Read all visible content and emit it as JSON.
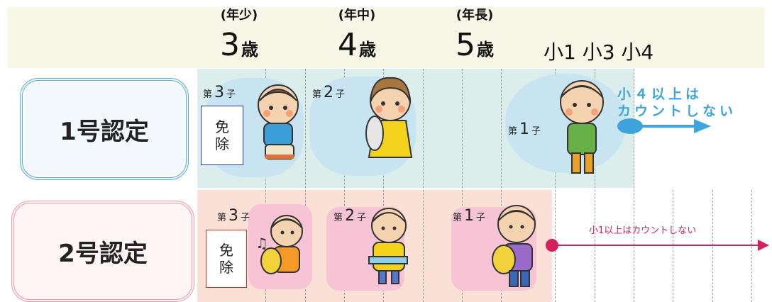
{
  "age_columns": [
    {
      "grade": "(年少)",
      "number": "3",
      "unit": "歳"
    },
    {
      "grade": "(年中)",
      "number": "4",
      "unit": "歳"
    },
    {
      "grade": "(年長)",
      "number": "5",
      "unit": "歳"
    }
  ],
  "school_header": "小1 小3 小4",
  "certificates": [
    {
      "label": "1号認定"
    },
    {
      "label": "2号認定"
    }
  ],
  "exempt_text": [
    "免",
    "除"
  ],
  "child_labels": {
    "prefix": "第",
    "suffix": "子",
    "row1": [
      "3",
      "2",
      "1"
    ],
    "row2": [
      "3",
      "2",
      "1"
    ]
  },
  "notes": {
    "row1_line1": "小４以上は",
    "row1_line2": "カウントしない",
    "row2": "小1以上はカウントしない"
  },
  "colors": {
    "row1_bg": "#dbeeec",
    "row2_bg": "#fbe0d6",
    "row1_arrow": "#3ea5dc",
    "row2_arrow": "#d6205d"
  }
}
